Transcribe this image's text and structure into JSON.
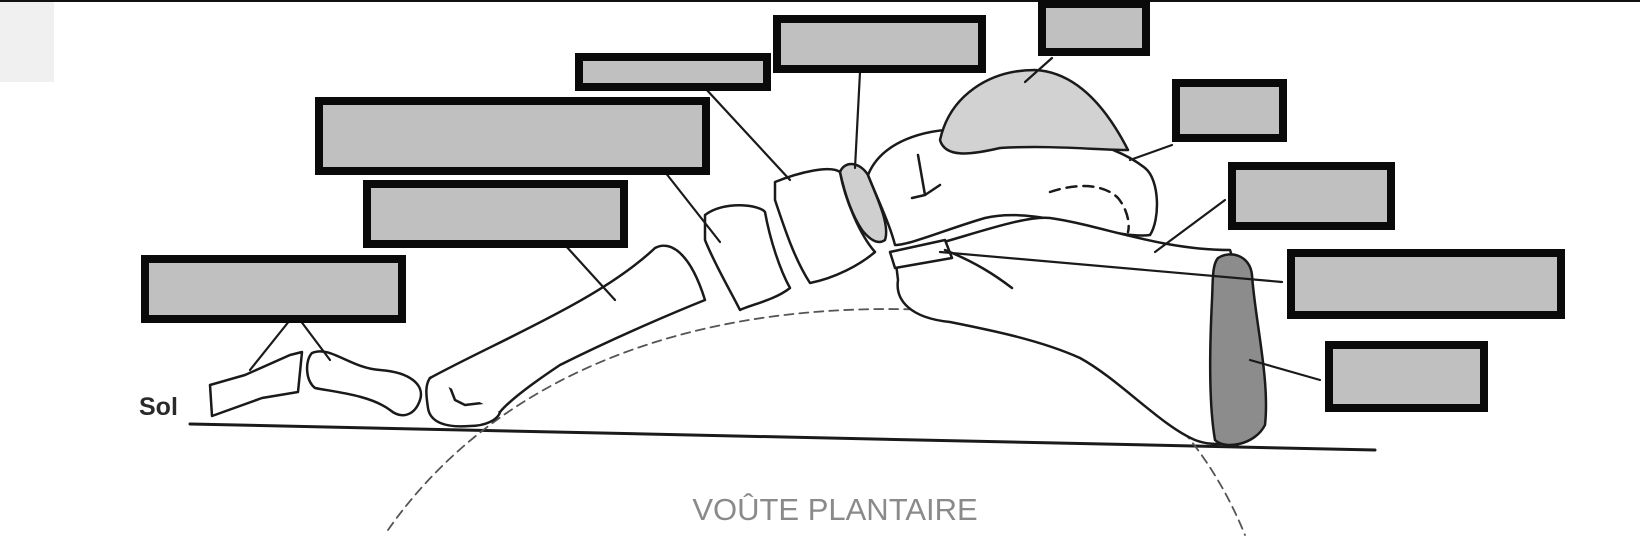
{
  "diagram": {
    "ground_label": "Sol",
    "caption": "VOÛTE PLANTAIRE",
    "colors": {
      "box_fill": "#c0c0c0",
      "box_border": "#0a0a0a",
      "line": "#1a1a1a",
      "shade": "#cfcfcf",
      "caption": "#8a8a8a"
    },
    "labels": [
      {
        "id": "label-phalanges",
        "value": ""
      },
      {
        "id": "label-metatarsals",
        "value": ""
      },
      {
        "id": "label-metatarsal-long",
        "value": ""
      },
      {
        "id": "label-cuneiform",
        "value": ""
      },
      {
        "id": "label-navicular",
        "value": ""
      },
      {
        "id": "label-talus",
        "value": ""
      },
      {
        "id": "label-talus-head",
        "value": ""
      },
      {
        "id": "label-subtalar-joint",
        "value": ""
      },
      {
        "id": "label-calcaneus",
        "value": ""
      },
      {
        "id": "label-heel-pad",
        "value": ""
      }
    ]
  }
}
